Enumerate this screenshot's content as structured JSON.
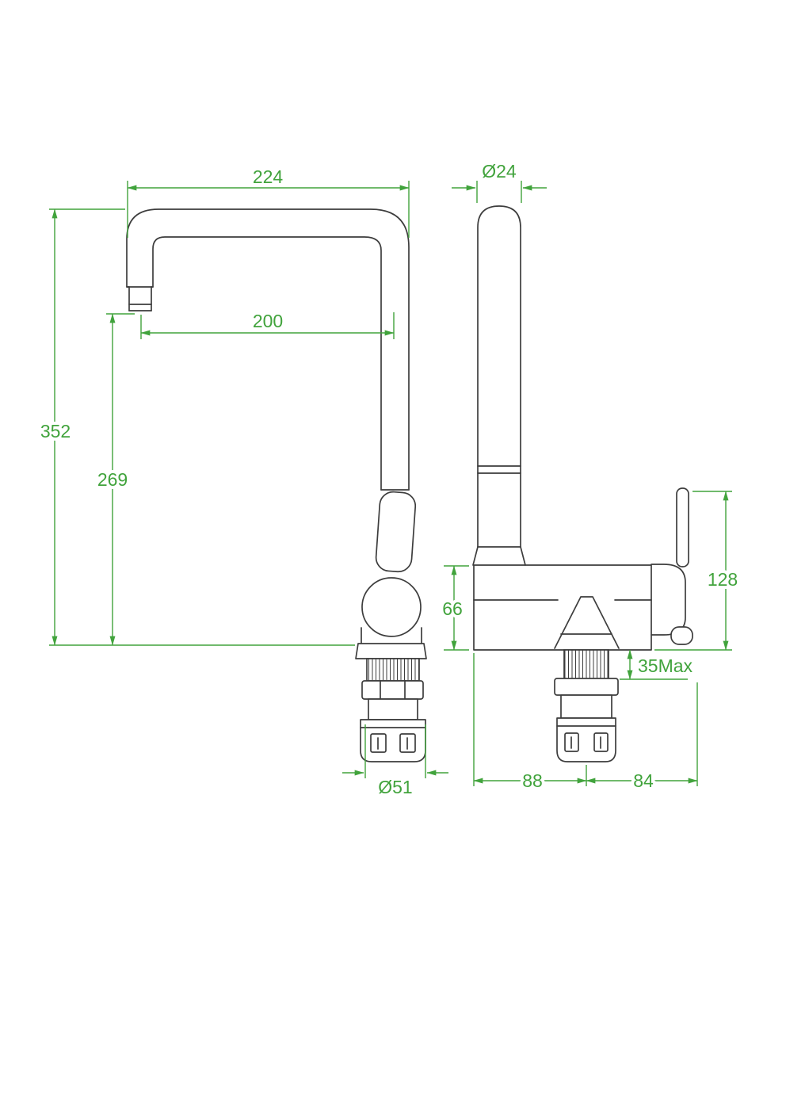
{
  "colors": {
    "background": "#ffffff",
    "ink": "#3d3d3d",
    "dimension": "#41a33c"
  },
  "dimensions": {
    "spout_reach": "224",
    "spout_diameter": "Ø24",
    "spout_inner_reach": "200",
    "overall_height": "352",
    "outlet_height": "269",
    "body_height": "66",
    "handle_height": "128",
    "max_deck_thickness": "35Max",
    "base_diameter": "Ø51",
    "offset_left": "88",
    "offset_right": "84"
  }
}
